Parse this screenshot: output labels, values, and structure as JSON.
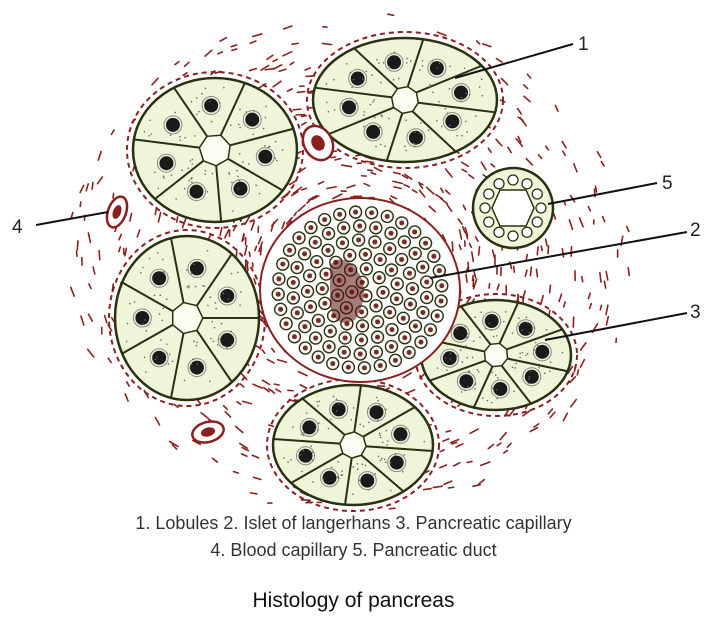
{
  "diagram": {
    "callouts": [
      "1",
      "2",
      "3",
      "4",
      "5"
    ]
  },
  "legend": {
    "line1": "1. Lobules 2. Islet of langerhans 3. Pancreatic capillary",
    "line2": "4. Blood capillary 5. Pancreatic duct"
  },
  "title": "Histology of pancreas",
  "colors": {
    "cell_fill": "#eef5d8",
    "outline": "#2a3010",
    "connective_tissue": "#8a2020",
    "nucleus": "#1a1a1a"
  }
}
